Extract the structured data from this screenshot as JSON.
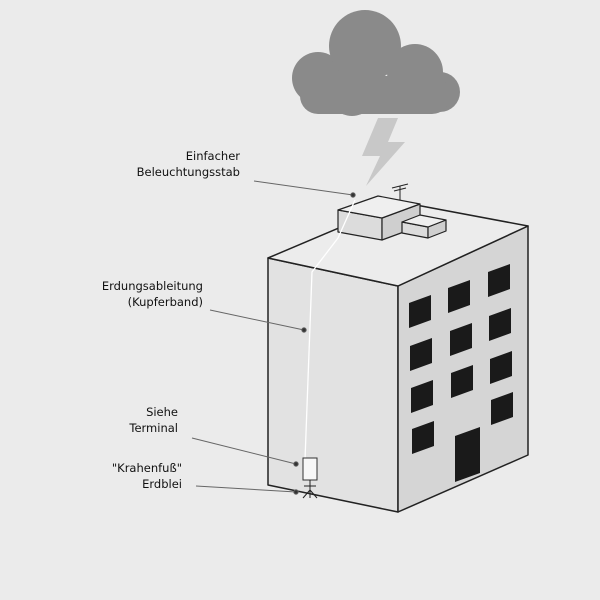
{
  "labels": {
    "rod": {
      "line1": "Einfacher",
      "line2": "Beleuchtungsstab"
    },
    "conductor": {
      "line1": "Erdungsableitung",
      "line2": "(Kupferband)"
    },
    "terminal": {
      "line1": "Siehe",
      "line2": "Terminal"
    },
    "ground": {
      "line1": "\"Krahenfuß\"",
      "line2": "Erdblei"
    }
  },
  "colors": {
    "background": "#ebebeb",
    "cloud": "#8a8a8a",
    "lightning": "#c8c8c8",
    "building_front": "#e6e6e6",
    "building_left": "#d9d9d9",
    "building_right": "#d6d6d6",
    "windows": "#1a1a1a",
    "outline": "#222222",
    "leader_lines": "#666666"
  },
  "icons": [
    "storm-cloud-icon",
    "lightning-bolt-icon",
    "antenna-icon",
    "ground-rod-icon"
  ]
}
